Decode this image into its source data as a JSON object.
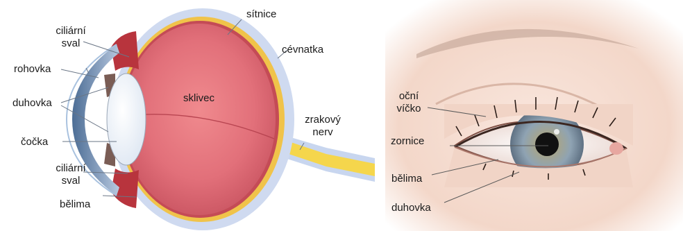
{
  "diagrams": {
    "cross_section": {
      "labels": {
        "ciliarni_top_1": "ciliární",
        "ciliarni_top_2": "sval",
        "rohovka": "rohovka",
        "duhovka": "duhovka",
        "cocka": "čočka",
        "ciliarni_bottom_1": "ciliární",
        "ciliarni_bottom_2": "sval",
        "belima": "bělima",
        "sitnice": "sítnice",
        "cevnatka": "cévnatka",
        "sklivec": "sklivec",
        "zrakovy_nerv_1": "zrakový",
        "zrakovy_nerv_2": "nerv"
      }
    },
    "external_eye": {
      "labels": {
        "ocni_vicko_1": "oční",
        "ocni_vicko_2": "víčko",
        "zornice": "zornice",
        "belima": "bělima",
        "duhovka": "duhovka"
      }
    }
  },
  "colors": {
    "vitreous": "#e06c74",
    "sclera": "#cfdaf0",
    "choroid": "#f0c34a",
    "nerve": "#f5d64c",
    "iris_blue": "#8fa3b3",
    "skin": "#f5ddd2"
  }
}
